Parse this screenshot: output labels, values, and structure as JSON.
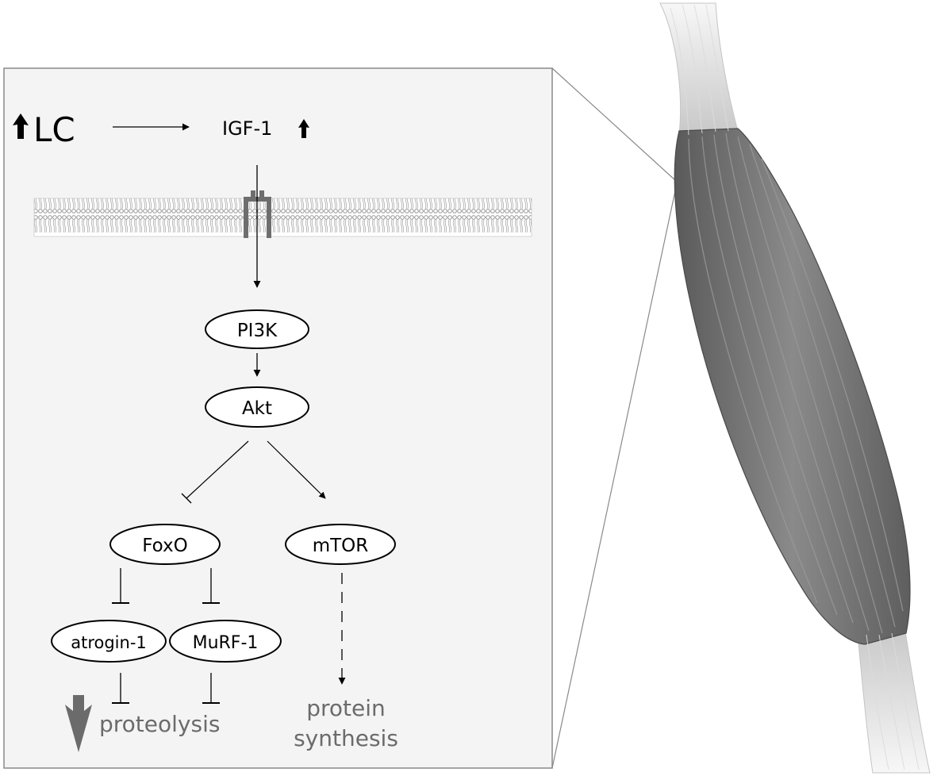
{
  "diagram": {
    "lc_label": "LC",
    "igf_label": "IGF-1",
    "pi3k_label": "PI3K",
    "akt_label": "Akt",
    "foxo_label": "FoxO",
    "mtor_label": "mTOR",
    "atrogin_label": "atrogin-1",
    "murf_label": "MuRF-1",
    "proteolysis_label": "proteolysis",
    "protein_line1": "protein",
    "protein_line2": "synthesis"
  },
  "colors": {
    "panel_bg": "#f4f4f4",
    "panel_border": "#8a8a8a",
    "receptor": "#6e6e6e",
    "muscle_dark": "#6f6f6f",
    "muscle_light": "#e6e6e6",
    "outcome_text": "#6b6b6b"
  }
}
